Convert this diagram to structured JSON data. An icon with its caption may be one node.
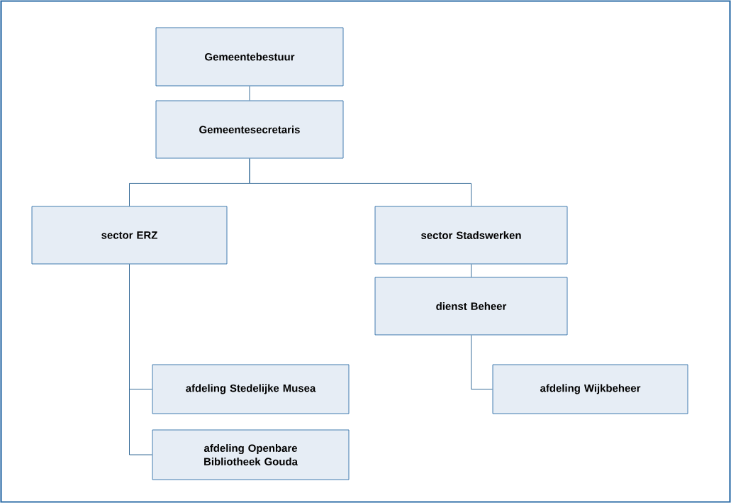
{
  "diagram": {
    "nodes": [
      {
        "text": [
          "Gemeentebestuur"
        ]
      },
      {
        "text": [
          "Gemeentesecretaris"
        ]
      },
      {
        "text": [
          "sector ERZ"
        ]
      },
      {
        "text": [
          "sector Stadswerken"
        ]
      },
      {
        "text": [
          "dienst Beheer"
        ]
      },
      {
        "text": [
          "afdeling Stedelijke Musea"
        ]
      },
      {
        "text": [
          "afdeling Openbare Bibliotheek Gouda"
        ]
      },
      {
        "text": [
          "afdeling Wijkbeheer"
        ]
      }
    ],
    "edges": [
      {
        "from": 0,
        "to": 1,
        "arrow": "none"
      },
      {
        "from": 1,
        "to": 2,
        "arrow": "none"
      },
      {
        "from": 1,
        "to": 3,
        "arrow": "none"
      },
      {
        "from": 2,
        "to": 5,
        "arrow": "none"
      },
      {
        "from": 2,
        "to": 6,
        "arrow": "none"
      },
      {
        "from": 3,
        "to": 4,
        "arrow": "none"
      },
      {
        "from": 4,
        "to": 7,
        "arrow": "none"
      }
    ]
  }
}
